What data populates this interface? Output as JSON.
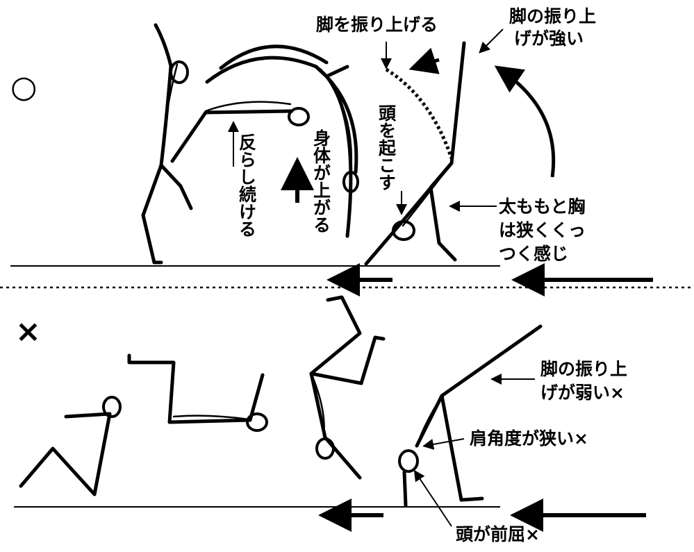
{
  "good": {
    "mark": "○",
    "labels": {
      "leg_swing_up": "脚を振り上げる",
      "leg_swing_strong_1": "脚の振り上",
      "leg_swing_strong_2": "げが強い",
      "raise_head": "頭を起こす",
      "keep_arching": "反らし続ける",
      "body_rises": "身体が上がる",
      "thigh_chest_1": "太ももと胸",
      "thigh_chest_2": "は狭くくっ",
      "thigh_chest_3": "つく感じ"
    }
  },
  "bad": {
    "mark": "×",
    "labels": {
      "leg_swing_weak_1": "脚の振り上",
      "leg_swing_weak_2": "げが弱い×",
      "shoulder_angle": "肩角度が狭い×",
      "head_flexed": "頭が前屈×"
    }
  }
}
